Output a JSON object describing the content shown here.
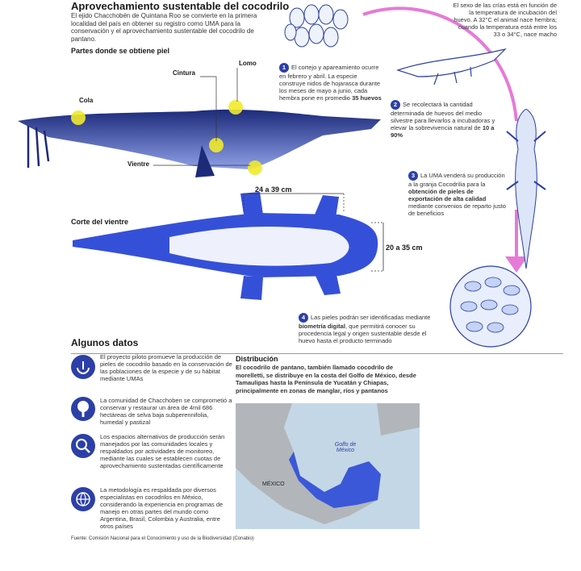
{
  "header": {
    "title": "Aprovechamiento sustentable del cocodrilo",
    "intro": "El ejido Chacchobén de Quintana Roo se convierte en la primera localidad del país en obtener su registro como UMA para la conservación y el aprovechamiento sustentable del cocodrilo de pantano."
  },
  "parts": {
    "heading": "Partes donde se obtiene piel",
    "cola": "Cola",
    "cintura": "Cintura",
    "lomo": "Lomo",
    "vientre": "Vientre",
    "width_measure": "24 a 39 cm",
    "belly_heading": "Corte del vientre",
    "height_measure": "20 a 35  cm"
  },
  "temperature_note": "El sexo de las crías está en función de la temperatura de incubación del huevo. A 32°C el animal nace hembra; cuando la temperatura está entre los 33 o 34°C, nace macho",
  "steps": [
    {
      "n": "1",
      "pre": "El cortejo y apareamiento ocurre en  febrero y abril. La especie construye nidos de hojarasca durante los meses de mayo a junio, cada hembra pone en promedio ",
      "bold": "35 huevos",
      "post": ""
    },
    {
      "n": "2",
      "pre": "Se recolectará la cantidad determinada de huevos del medio silvestre para llevarlos a incubadoras y elevar la sobrevivencia natural de ",
      "bold": "10 a 90%",
      "post": ""
    },
    {
      "n": "3",
      "pre": "La UMA venderá su producción a la granja Cocodrilia para la ",
      "bold": "obtención de pieles de exportación de alta calidad",
      "post": " mediante convenios de reparto justo de beneficios"
    },
    {
      "n": "4",
      "pre": "Las pieles podrán ser identificadas mediante ",
      "bold": "biometría digital",
      "post": ", que permitirá conocer su procedencia legal y origen sustentable desde el huevo hasta el producto terminado"
    }
  ],
  "facts": {
    "heading": "Algunos datos",
    "items": [
      {
        "icon": "hands-icon",
        "text": "El proyecto piloto promueve la producción de pieles de cocodrilo basado en la conservación de las poblaciones de la especie y de su hábitat mediante UMAs"
      },
      {
        "icon": "tree-icon",
        "text": "La comunidad de Chacchoben se comprometió a conservar y restaurar un área de 4mil 686 hectáreas de selva baja subperennifolia, humedal y pastizal"
      },
      {
        "icon": "magnifier-icon",
        "text": "Los espacios alternativos de producción serán manejados por las comunidades locales y respaldados por actividades de monitoreo, mediante las cuales se establecen cuotas de aprovechamiento sustentadas científicamente"
      },
      {
        "icon": "globe-icon",
        "text": "La metodología es respaldada por diversos especialistas en cocodrilos en México, considerando la experiencia en programas de manejo en otras partes del mundo como Argentina, Brasil, Colombia y Australia, entre otros países"
      }
    ]
  },
  "distribution": {
    "heading": "Distribución",
    "text": "El cocodrilo de pantano, también llamado cocodrilo de morelletti, se distribuye en la costa del Golfo de México, desde Tamaulipas hasta la Península de Yucatán y Chiapas, principalmente en zonas de manglar, ríos y pantanos",
    "map_country": "MÉXICO",
    "map_gulf": "Golfo de México"
  },
  "source": "Fuente: Comisión Nacional para el Conocimiento y uso de la Biodiversidad (Conabio)",
  "colors": {
    "accent": "#2c3fa8",
    "arrow": "#e67ad6",
    "yellow": "#f1ea2b",
    "sea": "#c4d7e6",
    "land": "#b2b6ba",
    "range": "#3b58d8"
  }
}
